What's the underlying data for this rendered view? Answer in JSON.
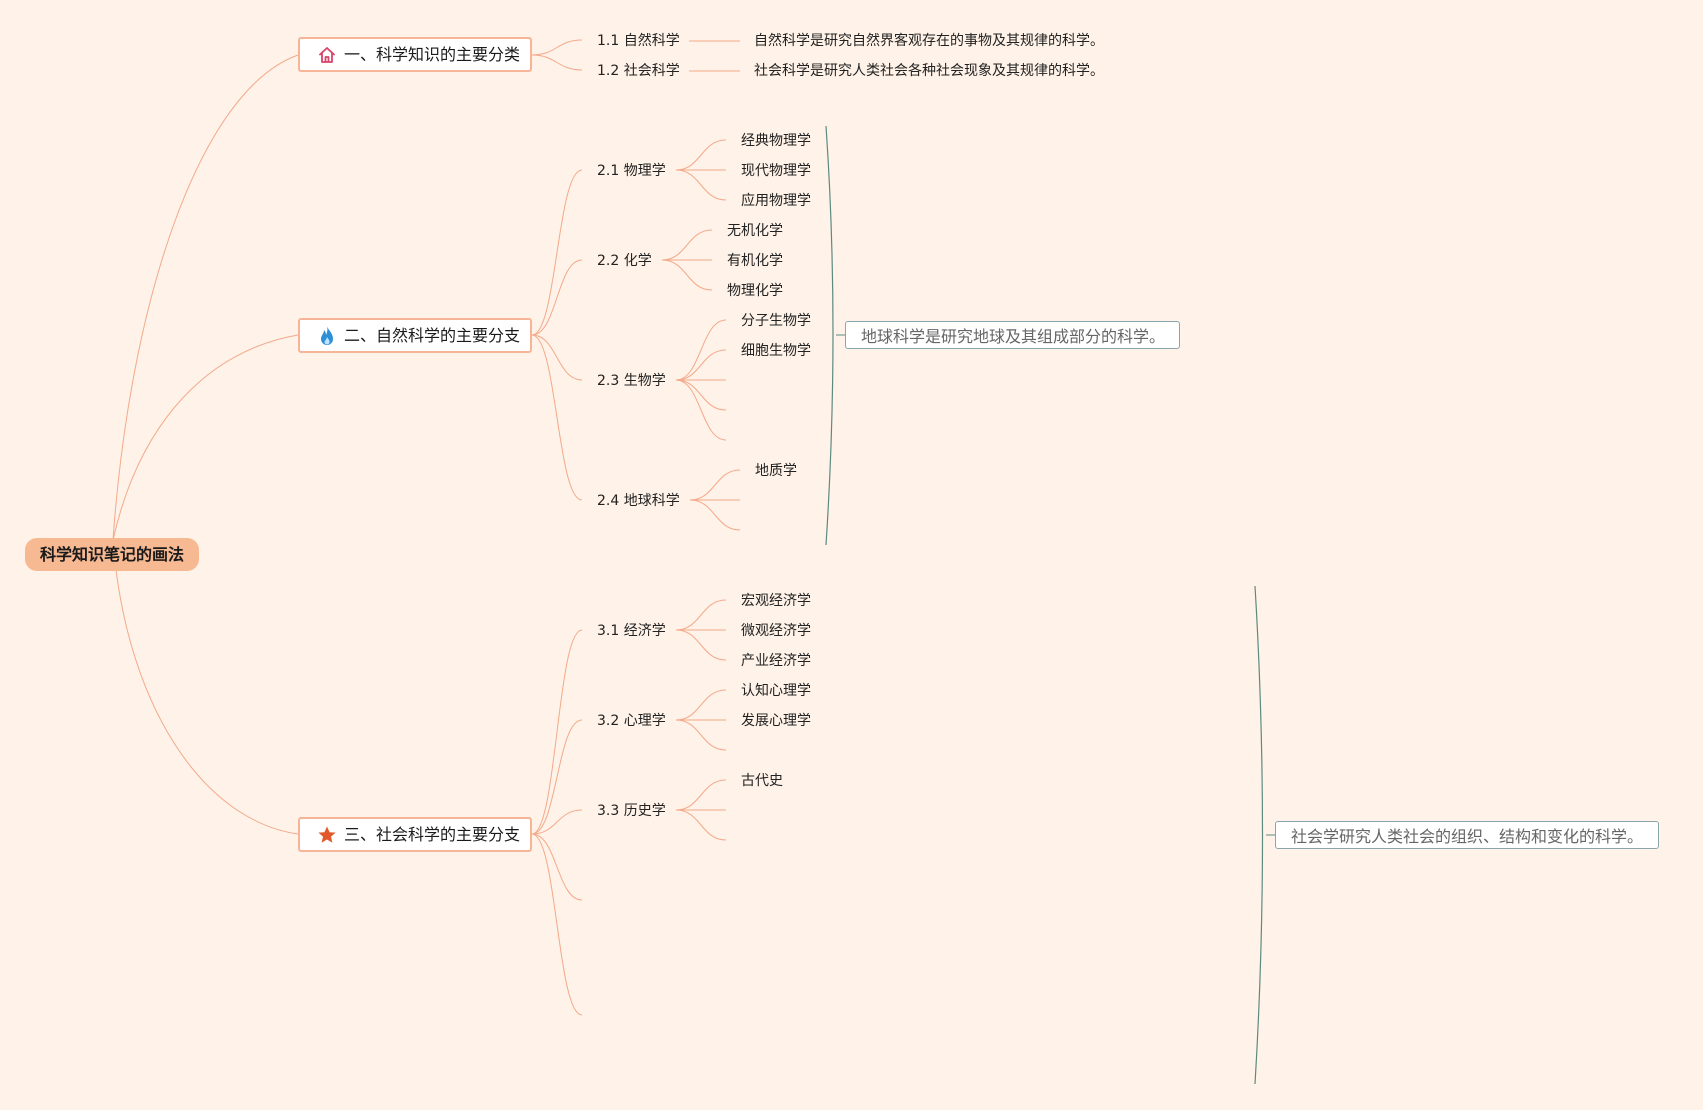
{
  "colors": {
    "background": "#fff2e8",
    "branch_line": "#f3a98a",
    "summary_line": "#5c8a80",
    "root_fill": "#f7b992",
    "main_border": "#f6b596"
  },
  "root": {
    "label": "科学知识笔记的画法"
  },
  "branches": [
    {
      "label": "一、科学知识的主要分类",
      "icon": "home-icon",
      "children": [
        {
          "label": "1.1 自然科学",
          "note": "自然科学是研究自然界客观存在的事物及其规律的科学。"
        },
        {
          "label": "1.2 社会科学",
          "note": "社会科学是研究人类社会各种社会现象及其规律的科学。"
        }
      ]
    },
    {
      "label": "二、自然科学的主要分支",
      "icon": "fire-icon",
      "children": [
        {
          "label": "2.1 物理学",
          "children": [
            "经典物理学",
            "现代物理学",
            "应用物理学"
          ]
        },
        {
          "label": "2.2 化学",
          "children": [
            "无机化学",
            "有机化学",
            "物理化学"
          ]
        },
        {
          "label": "2.3 生物学",
          "children": [
            "分子生物学",
            "细胞生物学",
            "",
            "",
            ""
          ]
        },
        {
          "label": "2.4 地球科学",
          "children": [
            "地质学",
            "",
            ""
          ]
        }
      ],
      "summary": "地球科学是研究地球及其组成部分的科学。"
    },
    {
      "label": "三、社会科学的主要分支",
      "icon": "star-icon",
      "children": [
        {
          "label": "3.1 经济学",
          "children": [
            "宏观经济学",
            "微观经济学",
            "产业经济学"
          ]
        },
        {
          "label": "3.2 心理学",
          "children": [
            "认知心理学",
            "发展心理学",
            ""
          ]
        },
        {
          "label": "3.3 历史学",
          "children": [
            "古代史",
            "",
            ""
          ]
        },
        {
          "label": "",
          "children": []
        },
        {
          "label": "",
          "children": []
        }
      ],
      "summary": "社会学研究人类社会的组织、结构和变化的科学。"
    }
  ]
}
